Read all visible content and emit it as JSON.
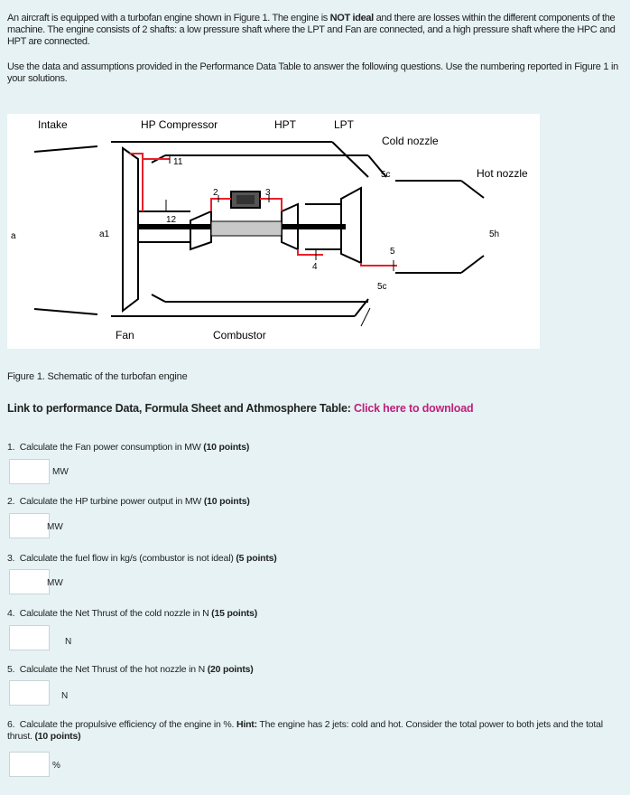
{
  "intro": {
    "p1_pre": "An aircraft is equipped with a turbofan engine shown in Figure 1. The engine is ",
    "p1_bold": "NOT ideal",
    "p1_post": " and there are losses within the different components of the machine. The engine consists of 2 shafts: a low pressure shaft where the LPT and Fan are connected, and a high pressure shaft where the HPC and HPT are connected.",
    "p2": "Use the data and assumptions provided in the Performance Data Table to answer the following questions. Use the numbering reported in Figure 1 in your solutions."
  },
  "figure": {
    "labels": {
      "intake": "Intake",
      "hp_compressor": "HP Compressor",
      "hpt": "HPT",
      "lpt": "LPT",
      "cold_nozzle": "Cold nozzle",
      "hot_nozzle": "Hot nozzle",
      "fan": "Fan",
      "combustor": "Combustor"
    },
    "stations": {
      "a": "a",
      "a1": "a1",
      "s11": "11",
      "s12": "12",
      "s2": "2",
      "s3": "3",
      "s4": "4",
      "s5": "5",
      "s5c_top": "5c",
      "s5c_bottom": "5c",
      "s5h": "5h"
    },
    "colors": {
      "red_line": "#e8202a",
      "shaft": "#000000",
      "combustor": "#c8c8c8"
    }
  },
  "caption": "Figure 1. Schematic of the turbofan engine",
  "link": {
    "prefix": "Link to performance Data, Formula Sheet and Athmosphere Table: ",
    "text": "Click here to download",
    "color": "#c0207a"
  },
  "questions": [
    {
      "num": "1.",
      "pre": "Calculate the Fan power consumption in MW ",
      "bold": "(10 points)",
      "unit": "MW"
    },
    {
      "num": "2.",
      "pre": "Calculate the HP turbine power output in MW ",
      "bold": "(10 points)",
      "unit": "MW"
    },
    {
      "num": "3.",
      "pre": "Calculate the fuel flow in kg/s (combustor is not ideal) ",
      "bold": "(5 points)",
      "unit": "MW"
    },
    {
      "num": "4.",
      "pre": "Calculate the Net Thrust of the cold nozzle in N ",
      "bold": "(15 points)",
      "unit": "N"
    },
    {
      "num": "5.",
      "pre": "Calculate the Net Thrust of the hot nozzle in N ",
      "bold": "(20 points)",
      "unit": "N"
    },
    {
      "num": "6.",
      "pre": "Calculate the propulsive efficiency of the engine in %. ",
      "hint_label": "Hint:",
      "hint_text": " The engine has 2 jets: cold and hot. Consider the total power to both jets and the total thrust. ",
      "bold": "(10 points)",
      "unit": "%"
    }
  ]
}
